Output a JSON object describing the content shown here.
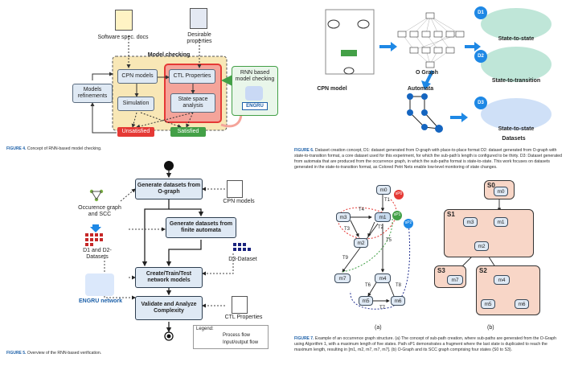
{
  "fig4": {
    "doc1": "Software spec. docs",
    "doc2": "Desirable properties",
    "group_title": "Model checking",
    "cpn": "CPN models",
    "ctl": "CTL Properties",
    "sim": "Simulation",
    "ssa": "State space analysis",
    "refine": "Models refinements",
    "rnn_box": "RNN based model checking",
    "engru": "ENGRU",
    "unsat": "Unsatisfied",
    "sat": "Satisfied",
    "caption_label": "FIGURE 4.",
    "caption_text": "Concept of RNN-based model checking."
  },
  "fig5": {
    "occ": "Occurence graph and SCC",
    "d1d2": "D1 and D2- Datasets",
    "engru_net": "ENGRU network",
    "cpn_models": "CPN models",
    "step1": "Generate datasets from O-graph",
    "step2": "Generate datasets from finite automata",
    "step3": "Create/Train/Test network models",
    "step4": "Validate and Analyze Complexity",
    "d3": "D3-Dataset",
    "ctl_props": "CTL Properties",
    "legend_title": "Legend:",
    "legend_process": "Process flow",
    "legend_io": "Input/output flow",
    "caption_label": "FIGURE 5.",
    "caption_text": "Overview of the RNN-based verification."
  },
  "fig6": {
    "cpn_model": "CPN model",
    "o_graph": "O Graph",
    "automata": "Automata",
    "datasets": "Datasets",
    "d1": "D1",
    "d2": "D2",
    "d3": "D3",
    "s2s_1": "State-to-state",
    "s2t": "State-to-transition",
    "s2s_3": "State-to-state",
    "caption_label": "FIGURE 6.",
    "caption_text": "Dataset creation concept, D1: dataset generated from O-graph with place-to-place format D2: dataset generated from O-graph with state-to-transition format, a core dataset used for this experiment, for which the sub-path's length is configured to be thirty. D3: Dataset generated from automata that are produced from the occurrence graph, in which the sub-paths format is state-to-state. This work focuses on datasets generated in the state-to-transition format, as Colored Petri Nets enable low-level monitoring of state changes."
  },
  "fig7": {
    "nodes_a": [
      "m0",
      "m1",
      "m2",
      "m3",
      "m4",
      "m5",
      "m6",
      "m7"
    ],
    "transitions": [
      "T1",
      "T2",
      "T3",
      "T4",
      "T5",
      "T6",
      "T7",
      "T8",
      "T9"
    ],
    "paths": [
      "sP0",
      "sP1",
      "sP2"
    ],
    "scc": [
      "S0",
      "S1",
      "S2",
      "S3"
    ],
    "label_a": "(a)",
    "label_b": "(b)",
    "caption_label": "FIGURE 7.",
    "caption_text": "Example of an occurrence graph structure. (a) The concept of sub-path creation, where sub-paths are generated from the O-Graph using Algorithm 1, with a maximum length of five states. Path sP1 demonstrates a fragment where the last state is duplicated to reach the maximum length, resulting in [m1, m2, m7, m7, m7]. (b) O-Graph and its SCC graph comprising four states (S0 to S3)."
  },
  "colors": {
    "blue_box": "#dfe9f4",
    "model_checking_bg": "#f8e7b6",
    "red": "#e53935",
    "green": "#43a047",
    "scc_fill": "#f8d6c7",
    "teal_cloud": "#bfe6d8"
  }
}
